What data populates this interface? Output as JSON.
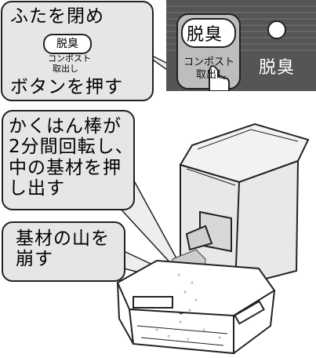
{
  "callout1": {
    "line1": "ふたを閉め",
    "button_label": "脱臭",
    "small_line1": "コンポスト",
    "small_line2": "取出し",
    "line2": "ボタンを押す"
  },
  "panel": {
    "button_label": "脱臭",
    "compost_line1": "コンポスト",
    "compost_line2": "取出し",
    "right_label": "脱臭"
  },
  "callout2": {
    "lines": [
      "かくはん棒が",
      "2分間回転し、",
      "中の基材を押",
      "し出す"
    ]
  },
  "callout3": {
    "lines": [
      "基材の山を",
      "崩す"
    ]
  }
}
